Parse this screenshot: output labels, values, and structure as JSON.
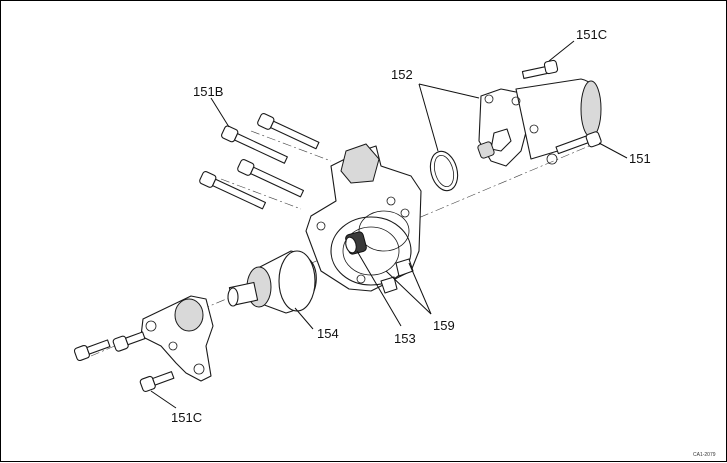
{
  "callouts": {
    "c151c_top": "151C",
    "c152": "152",
    "c151b": "151B",
    "c151": "151",
    "c154": "154",
    "c153": "153",
    "c159": "159",
    "c151c_bottom": "151C"
  },
  "drawing_code": "CA1-2079"
}
